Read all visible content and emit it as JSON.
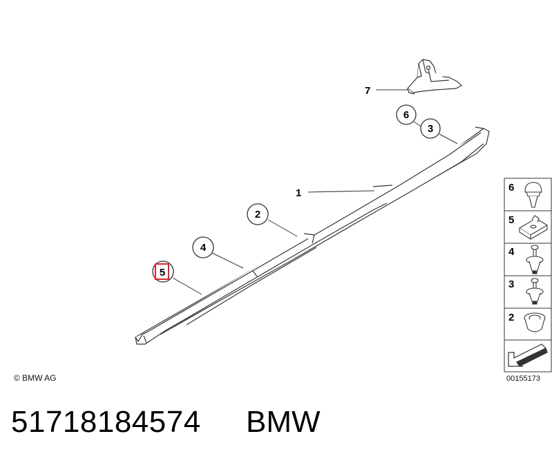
{
  "callouts": {
    "c1": "1",
    "c2": "2",
    "c3": "3",
    "c4": "4",
    "c5": "5",
    "c6": "6",
    "c7": "7"
  },
  "highlight_color": "#d9262c",
  "legend": [
    {
      "number": "6",
      "icon": "clip-icon"
    },
    {
      "number": "5",
      "icon": "nut-clip-icon"
    },
    {
      "number": "4",
      "icon": "push-rivet-icon"
    },
    {
      "number": "3",
      "icon": "push-rivet-icon"
    },
    {
      "number": "2",
      "icon": "grommet-icon"
    }
  ],
  "footer": {
    "copyright": "© BMW AG",
    "ref_code": "00155173",
    "part_number": "51718184574",
    "brand": "BMW"
  }
}
